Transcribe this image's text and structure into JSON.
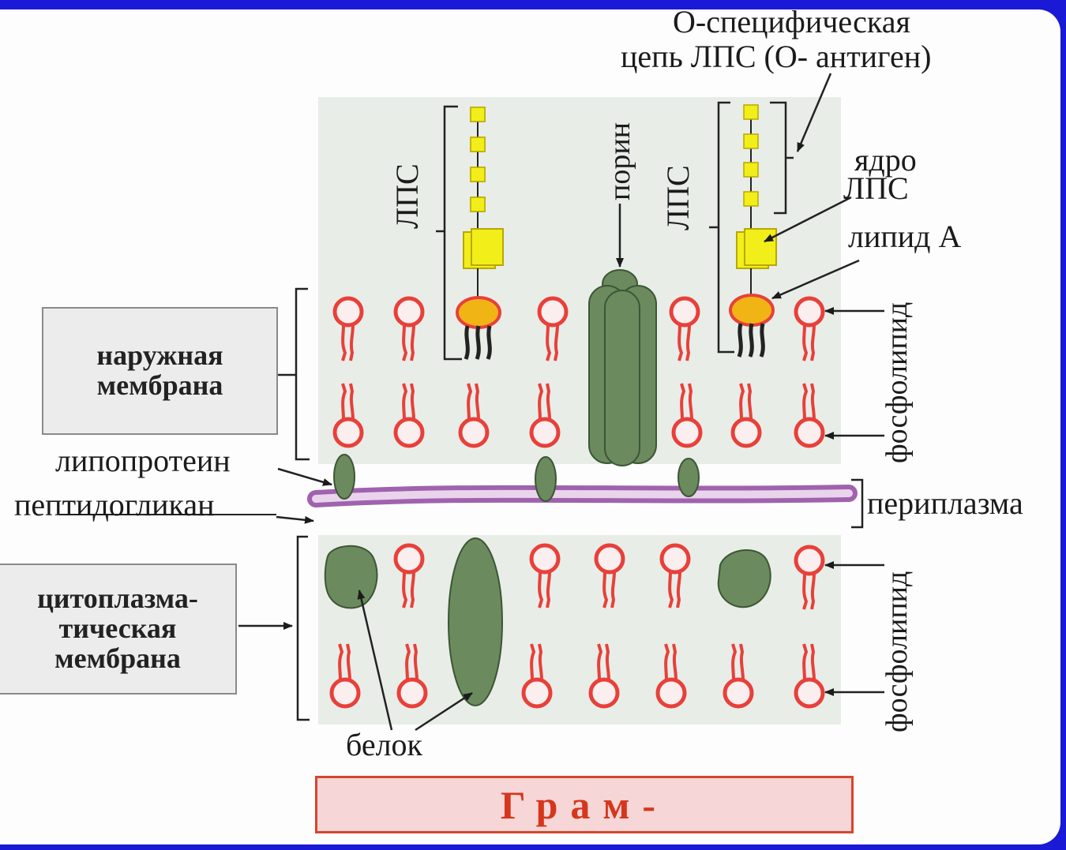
{
  "labels": {
    "o_chain_line1": "О-специфическая",
    "o_chain_line2": "цепь ЛПС (О- антиген)",
    "lps_left": "ЛПС",
    "lps_right": "ЛПС",
    "porin": "порин",
    "core_line1": "ядро",
    "core_line2": "ЛПС",
    "lipid_a": "липид А",
    "phospholipid_1": "фосфолипид",
    "phospholipid_2": "фосфолипид",
    "outer_membrane_line1": "наружная",
    "outer_membrane_line2": "мембрана",
    "lipoprotein": "липопротеин",
    "peptidoglycan": "пептидогликан",
    "periplasm": "периплазма",
    "cyto_line1": "цитоплазма-",
    "cyto_line2": "тическая",
    "cyto_line3": "мембрана",
    "protein": "белок",
    "gram": "Грам-"
  },
  "colors": {
    "frame": "#1919d6",
    "membrane_bg": "#e8ede8",
    "phospholipid": "#e8403a",
    "protein": "#6b8a5e",
    "lps_square": "#f2ee1a",
    "lipid_a": "#f0b414",
    "peptidoglycan": "#a062ae",
    "gram_text": "#d5361c"
  }
}
